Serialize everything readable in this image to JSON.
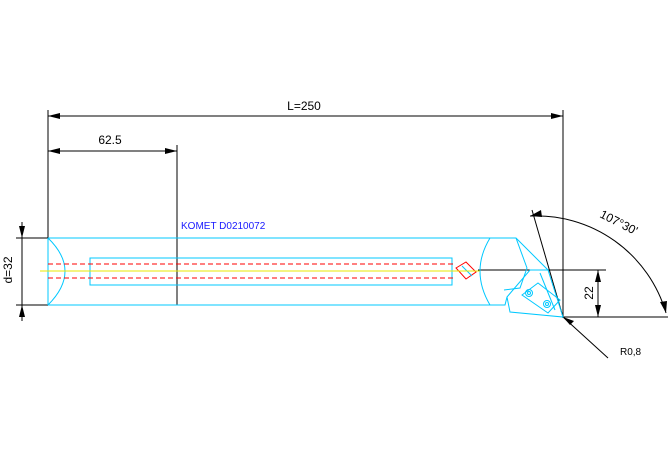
{
  "drawing": {
    "label": "KOMET D0210072",
    "colors": {
      "background": "#ffffff",
      "outline": "#00c8ff",
      "dimension": "#000000",
      "centerline": "#e8e800",
      "coolant": "#ff0000",
      "label": "#1a1aff"
    }
  },
  "dimensions": {
    "length": "L=250",
    "partial_length": "62.5",
    "diameter": "d=32",
    "offset": "22",
    "angle": "107°30'",
    "radius": "R0,8"
  }
}
